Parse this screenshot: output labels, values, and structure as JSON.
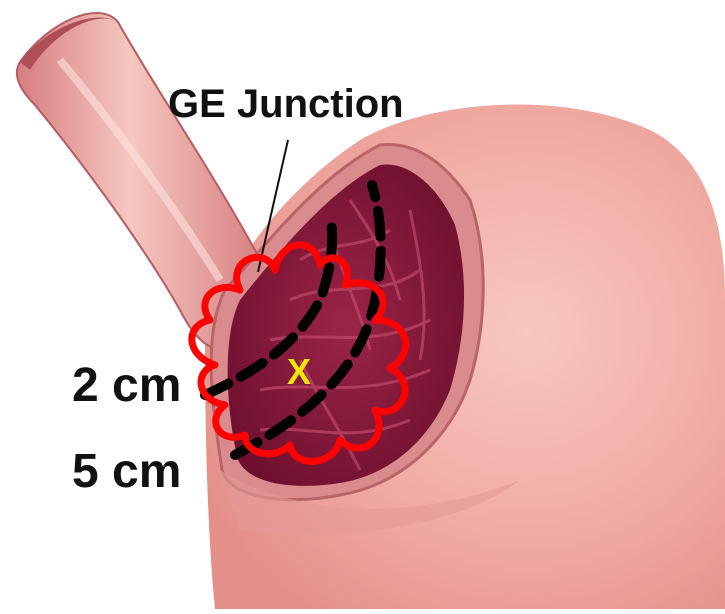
{
  "labels": {
    "ge_junction": "GE Junction",
    "two_cm": "2 cm",
    "five_cm": "5 cm",
    "tumor_center_mark": "X"
  },
  "colors": {
    "tumor_outline": "#ff0000",
    "center_mark": "#f2e600",
    "boundary_lines": "#000000",
    "stomach_outer": "#f2b7ae",
    "stomach_mucosa": "#8a1a3c",
    "esophagus": "#e9a39d"
  },
  "icons": {
    "tumor": "cloud-outline",
    "boundaries": "dashed-arc"
  }
}
